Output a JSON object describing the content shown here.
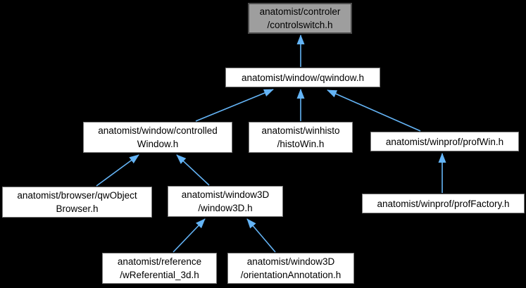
{
  "colors": {
    "background": "#000000",
    "edge": "#64b4f6",
    "node_fill": "#ffffff",
    "node_border": "#7a7a7a",
    "current_fill": "#9e9e9e",
    "current_border": "#4d4d4d",
    "text": "#000000"
  },
  "nodes": [
    {
      "id": "controlswitch",
      "label": "anatomist/controler\n/controlswitch.h",
      "current": true
    },
    {
      "id": "qwindow",
      "label": "anatomist/window/qwindow.h",
      "current": false
    },
    {
      "id": "controlledwindow",
      "label": "anatomist/window/controlled\nWindow.h",
      "current": false
    },
    {
      "id": "histowin",
      "label": "anatomist/winhisto\n/histoWin.h",
      "current": false
    },
    {
      "id": "profwin",
      "label": "anatomist/winprof/profWin.h",
      "current": false
    },
    {
      "id": "qwobjectbrowser",
      "label": "anatomist/browser/qwObject\nBrowser.h",
      "current": false
    },
    {
      "id": "window3d",
      "label": "anatomist/window3D\n/window3D.h",
      "current": false
    },
    {
      "id": "proffactory",
      "label": "anatomist/winprof/profFactory.h",
      "current": false
    },
    {
      "id": "wreferential",
      "label": "anatomist/reference\n/wReferential_3d.h",
      "current": false
    },
    {
      "id": "orientationannotation",
      "label": "anatomist/window3D\n/orientationAnnotation.h",
      "current": false
    }
  ],
  "edges": [
    {
      "from": "anatomist/window/qwindow.h",
      "to": "anatomist/controler/controlswitch.h"
    },
    {
      "from": "anatomist/window/controlledWindow.h",
      "to": "anatomist/window/qwindow.h"
    },
    {
      "from": "anatomist/winhisto/histoWin.h",
      "to": "anatomist/window/qwindow.h"
    },
    {
      "from": "anatomist/winprof/profWin.h",
      "to": "anatomist/window/qwindow.h"
    },
    {
      "from": "anatomist/browser/qwObjectBrowser.h",
      "to": "anatomist/window/controlledWindow.h"
    },
    {
      "from": "anatomist/window3D/window3D.h",
      "to": "anatomist/window/controlledWindow.h"
    },
    {
      "from": "anatomist/winprof/profFactory.h",
      "to": "anatomist/winprof/profWin.h"
    },
    {
      "from": "anatomist/reference/wReferential_3d.h",
      "to": "anatomist/window3D/window3D.h"
    },
    {
      "from": "anatomist/window3D/orientationAnnotation.h",
      "to": "anatomist/window3D/window3D.h"
    }
  ]
}
